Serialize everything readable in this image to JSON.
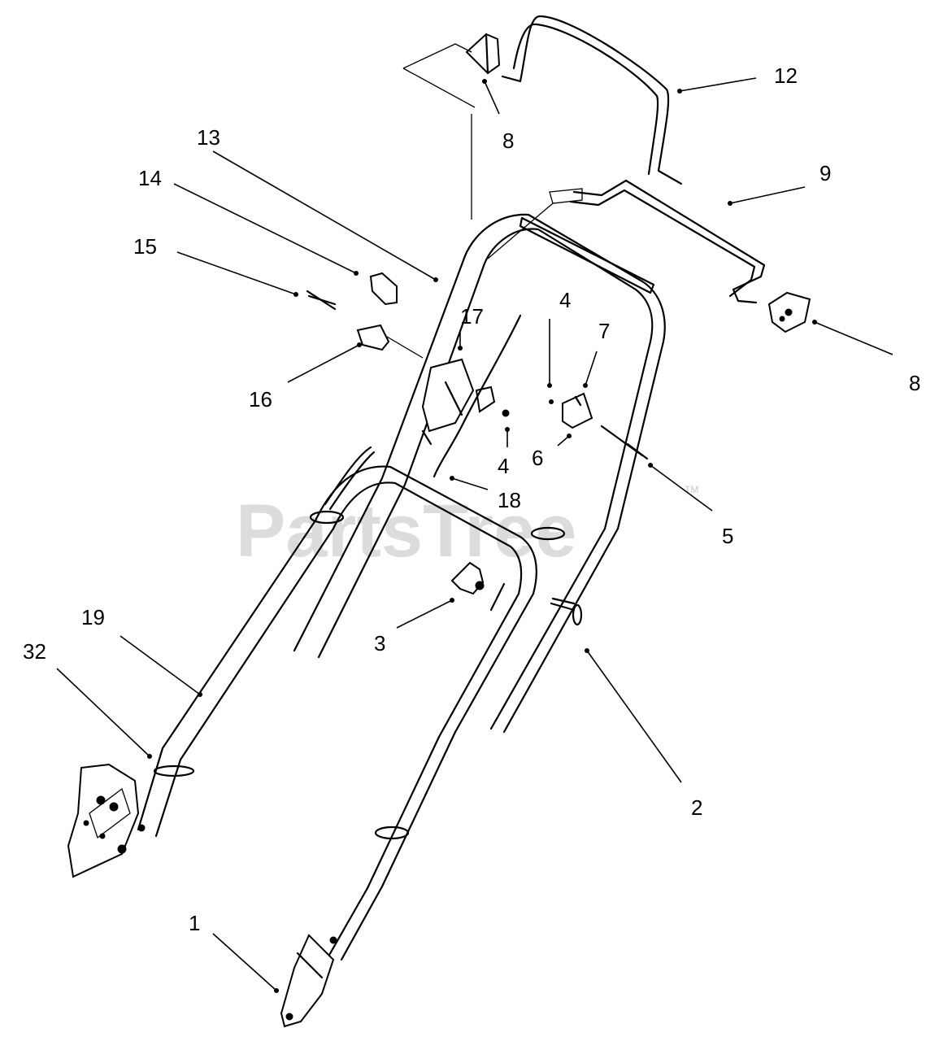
{
  "watermark": {
    "text": "PartsTree",
    "trademark": "TM"
  },
  "callouts": [
    {
      "id": "c-12",
      "label": "12"
    },
    {
      "id": "c-8a",
      "label": "8"
    },
    {
      "id": "c-13",
      "label": "13"
    },
    {
      "id": "c-9",
      "label": "9"
    },
    {
      "id": "c-14",
      "label": "14"
    },
    {
      "id": "c-15",
      "label": "15"
    },
    {
      "id": "c-17",
      "label": "17"
    },
    {
      "id": "c-4a",
      "label": "4"
    },
    {
      "id": "c-7",
      "label": "7"
    },
    {
      "id": "c-8b",
      "label": "8"
    },
    {
      "id": "c-16",
      "label": "16"
    },
    {
      "id": "c-6",
      "label": "6"
    },
    {
      "id": "c-4b",
      "label": "4"
    },
    {
      "id": "c-18",
      "label": "18"
    },
    {
      "id": "c-5",
      "label": "5"
    },
    {
      "id": "c-3",
      "label": "3"
    },
    {
      "id": "c-19",
      "label": "19"
    },
    {
      "id": "c-32",
      "label": "32"
    },
    {
      "id": "c-2",
      "label": "2"
    },
    {
      "id": "c-1",
      "label": "1"
    }
  ]
}
